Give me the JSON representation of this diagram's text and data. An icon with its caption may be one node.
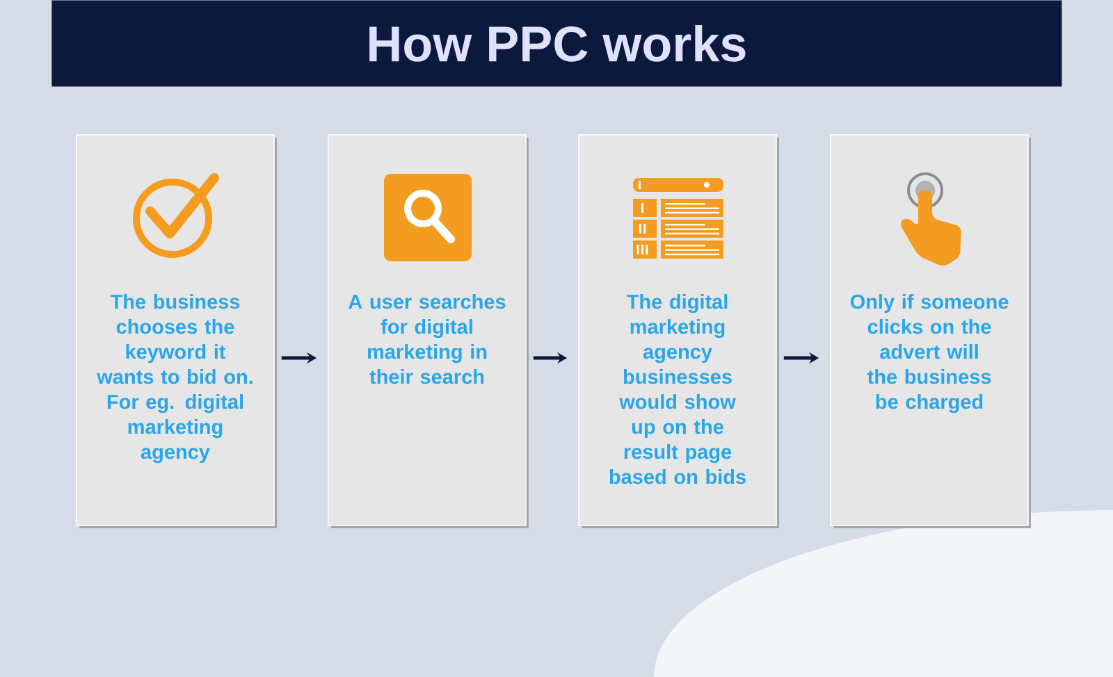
{
  "diagram": {
    "title": "How PPC works",
    "nodes": [
      {
        "text": [
          "The business chooses the keyword it wants to bid on. For eg. digital marketing agency"
        ]
      },
      {
        "text": [
          "A user searches for digital marketing in their search"
        ]
      },
      {
        "text": [
          "The digital marketing agency businesses would show up on the result page based on bids"
        ]
      },
      {
        "text": [
          "Only if someone clicks on the advert will the business be charged"
        ]
      }
    ],
    "edges": [
      {
        "from": 0,
        "to": 1,
        "arrow": "to"
      },
      {
        "from": 1,
        "to": 2,
        "arrow": "to"
      },
      {
        "from": 2,
        "to": 3,
        "arrow": "to"
      }
    ]
  }
}
